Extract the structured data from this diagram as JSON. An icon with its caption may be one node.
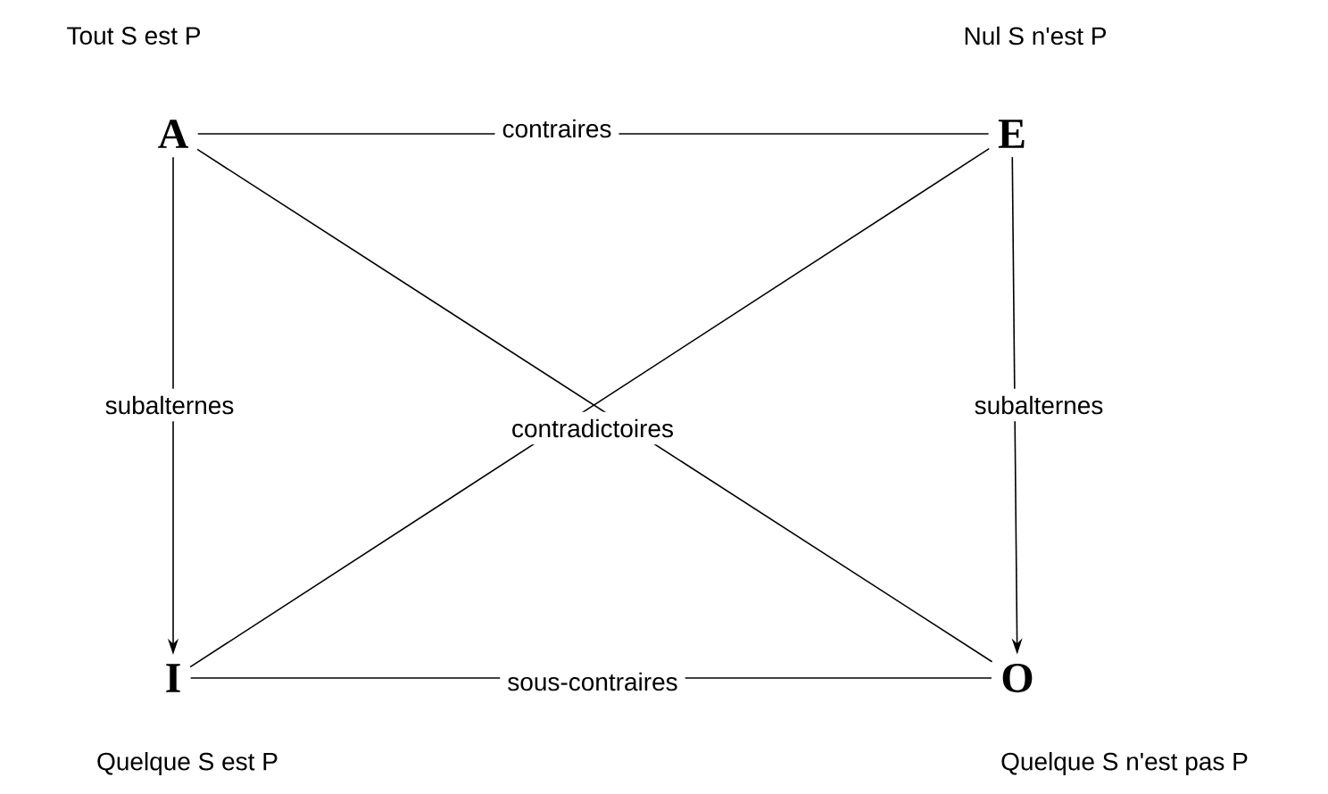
{
  "diagram": {
    "nodes": [
      {
        "text": [
          "A"
        ],
        "beside": [
          "Tout S est P"
        ]
      },
      {
        "text": [
          "E"
        ],
        "beside": [
          "Nul S n'est P"
        ]
      },
      {
        "text": [
          "I"
        ],
        "beside": [
          "Quelque S est P"
        ]
      },
      {
        "text": [
          "O"
        ],
        "beside": [
          "Quelque S n'est pas P"
        ]
      }
    ],
    "edges": [
      {
        "from": 0,
        "to": 1,
        "arrow": "none",
        "label": "contraires"
      },
      {
        "from": 0,
        "to": 2,
        "arrow": "to",
        "label": "subalternes"
      },
      {
        "from": 1,
        "to": 3,
        "arrow": "to",
        "label": "subalternes"
      },
      {
        "from": 2,
        "to": 3,
        "arrow": "none",
        "label": "sous-contraires"
      },
      {
        "from": 0,
        "to": 3,
        "arrow": "none"
      },
      {
        "from": 1,
        "to": 2,
        "arrow": "none"
      }
    ],
    "labels": [
      "contradictoires"
    ]
  }
}
